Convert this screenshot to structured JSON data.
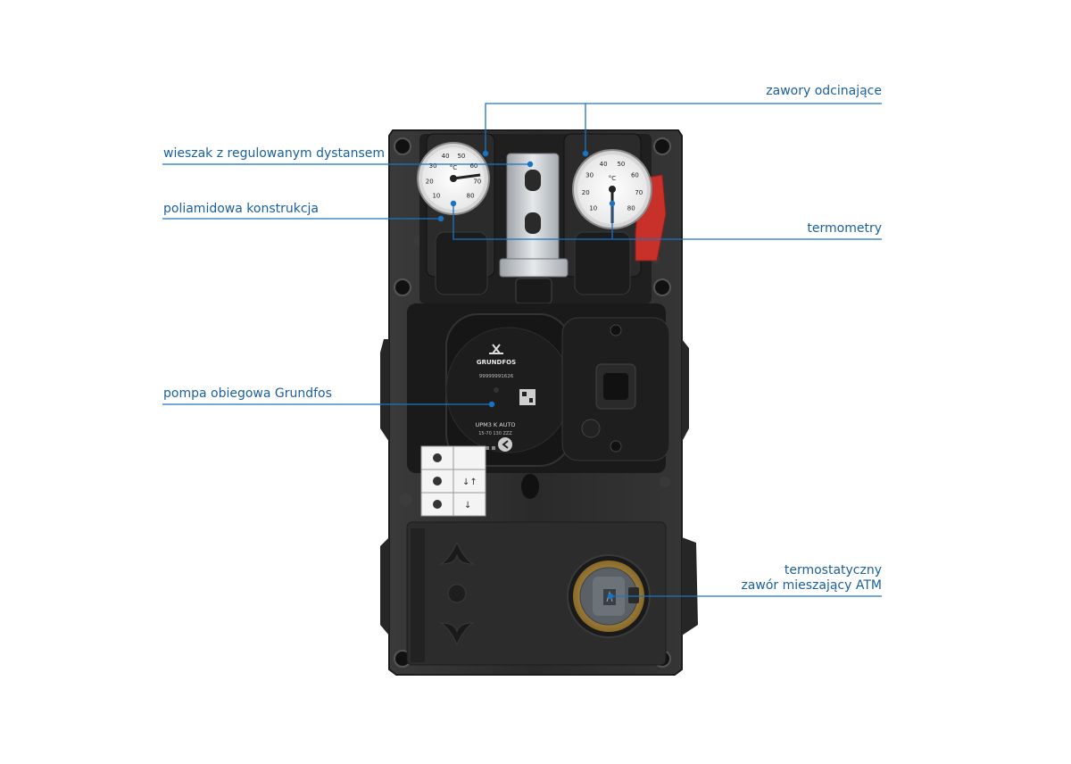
{
  "labels": {
    "shutoff_valves": "zawory odcinające",
    "hanger": "wieszak z regulowanym dystansem",
    "polyamide": "poliamidowa konstrukcja",
    "thermometers": "termometry",
    "pump": "pompa obiegowa Grundfos",
    "mixing_valve_line1": "termostatyczny",
    "mixing_valve_line2": "zawór mieszający ATM"
  },
  "thermometer_scale": [
    "10",
    "20",
    "30",
    "40",
    "50",
    "60",
    "70",
    "80"
  ],
  "pump_text": {
    "brand": "GRUNDFOS",
    "serial": "99999991626",
    "model": "UPM3 K AUTO",
    "rating": "15-70 130 ZZZ"
  },
  "colors": {
    "accent": "#1a73c2",
    "label_text": "#1a5f9e",
    "insulation": "#2e2e2e",
    "handle_red": "#c8302a"
  }
}
